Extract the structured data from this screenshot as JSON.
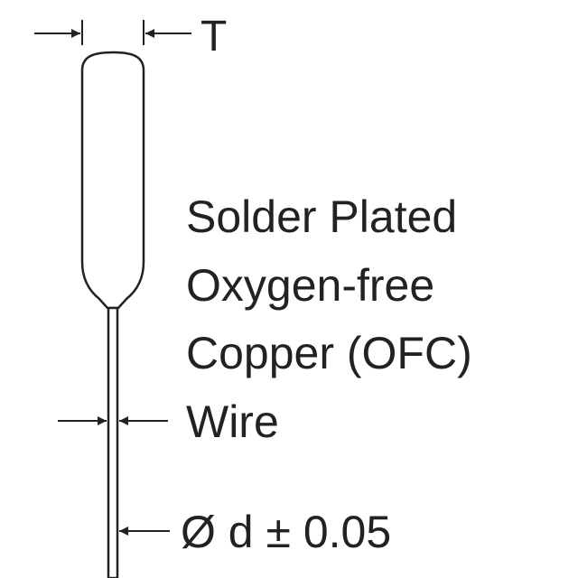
{
  "labels": {
    "thickness": "T",
    "material_line1": "Solder Plated",
    "material_line2": "Oxygen-free",
    "material_line3": "Copper (OFC)",
    "material_line4": "Wire",
    "diameter": "Ø d ± 0.05"
  },
  "colors": {
    "stroke": "#222222",
    "text": "#222222",
    "background": "#ffffff"
  }
}
